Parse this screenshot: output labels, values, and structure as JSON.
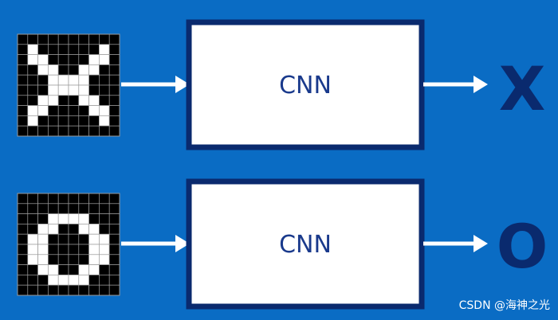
{
  "colors": {
    "background": "#0a6cc4",
    "box_fill": "#ffffff",
    "box_border": "#0a2a6e",
    "box_text": "#1a3a8c",
    "arrow": "#ffffff",
    "output_label": "#0a2a6e",
    "pixel_on": "#ffffff",
    "pixel_off": "#000000",
    "watermark": "#ffffff"
  },
  "rows": [
    {
      "box_label": "CNN",
      "output_label": "X",
      "input_grid": [
        "0000000000",
        "0100000010",
        "0110000110",
        "0011001100",
        "0001111000",
        "0001111000",
        "0011001100",
        "0110000110",
        "0100000010",
        "0000000000"
      ]
    },
    {
      "box_label": "CNN",
      "output_label": "O",
      "input_grid": [
        "0000000000",
        "0000000000",
        "0001111000",
        "0011001100",
        "0110000110",
        "0110000110",
        "0110000110",
        "0011001100",
        "0001111000",
        "0000000000"
      ]
    }
  ],
  "watermark": "CSDN @海神之光"
}
